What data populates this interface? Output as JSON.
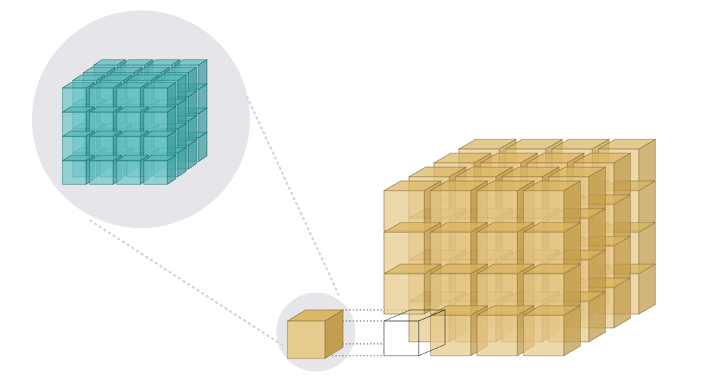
{
  "diagram": {
    "zoom_lens_color": "#e6e5ea",
    "guide_line_color": "#d4d4d8",
    "gold": {
      "face": "#e6c98a",
      "top": "#d9b560",
      "side": "#bf9a48",
      "stroke": "#8f7237"
    },
    "teal": {
      "face": "#6fc8c8",
      "top": "#56b8b8",
      "side": "#3a9a9c",
      "stroke": "#1f6f72"
    },
    "outline_cube_color": "#333333",
    "large_cube": {
      "grid": [
        4,
        4,
        4
      ],
      "missing_cell": "front-bottom-left"
    },
    "small_grid": {
      "grid": [
        4,
        4,
        4
      ]
    }
  }
}
